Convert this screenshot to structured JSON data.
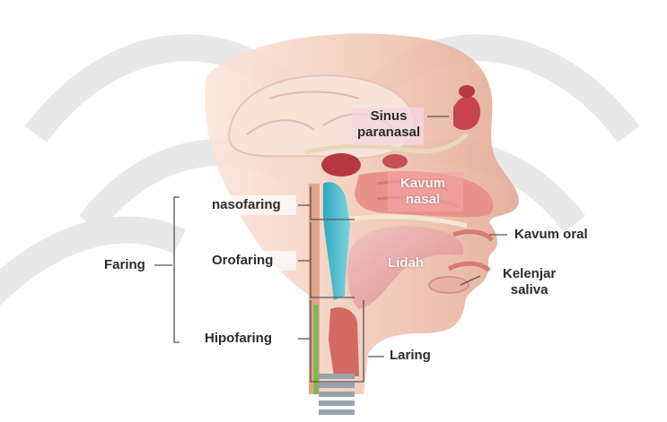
{
  "labels": {
    "sinus_paranasal": [
      "Sinus",
      "paranasal"
    ],
    "kavum_nasal": [
      "Kavum",
      "nasal"
    ],
    "nasofaring": "nasofaring",
    "kavum_oral": "Kavum oral",
    "orofaring": "Orofaring",
    "lidah": "Lidah",
    "kelenjar_saliva": [
      "Kelenjar",
      "saliva"
    ],
    "faring": "Faring",
    "hipofaring": "Hipofaring",
    "laring": "Laring"
  },
  "colors": {
    "skin": "#e8b9a4",
    "nasal_cavity": "#e08b82",
    "pharynx_blue": "#3fb6c9",
    "green_strip": "#6fbf4a",
    "leader_line": "#555555",
    "watermark": "#d9d9d9"
  },
  "icons": [
    "watermark-logo"
  ]
}
